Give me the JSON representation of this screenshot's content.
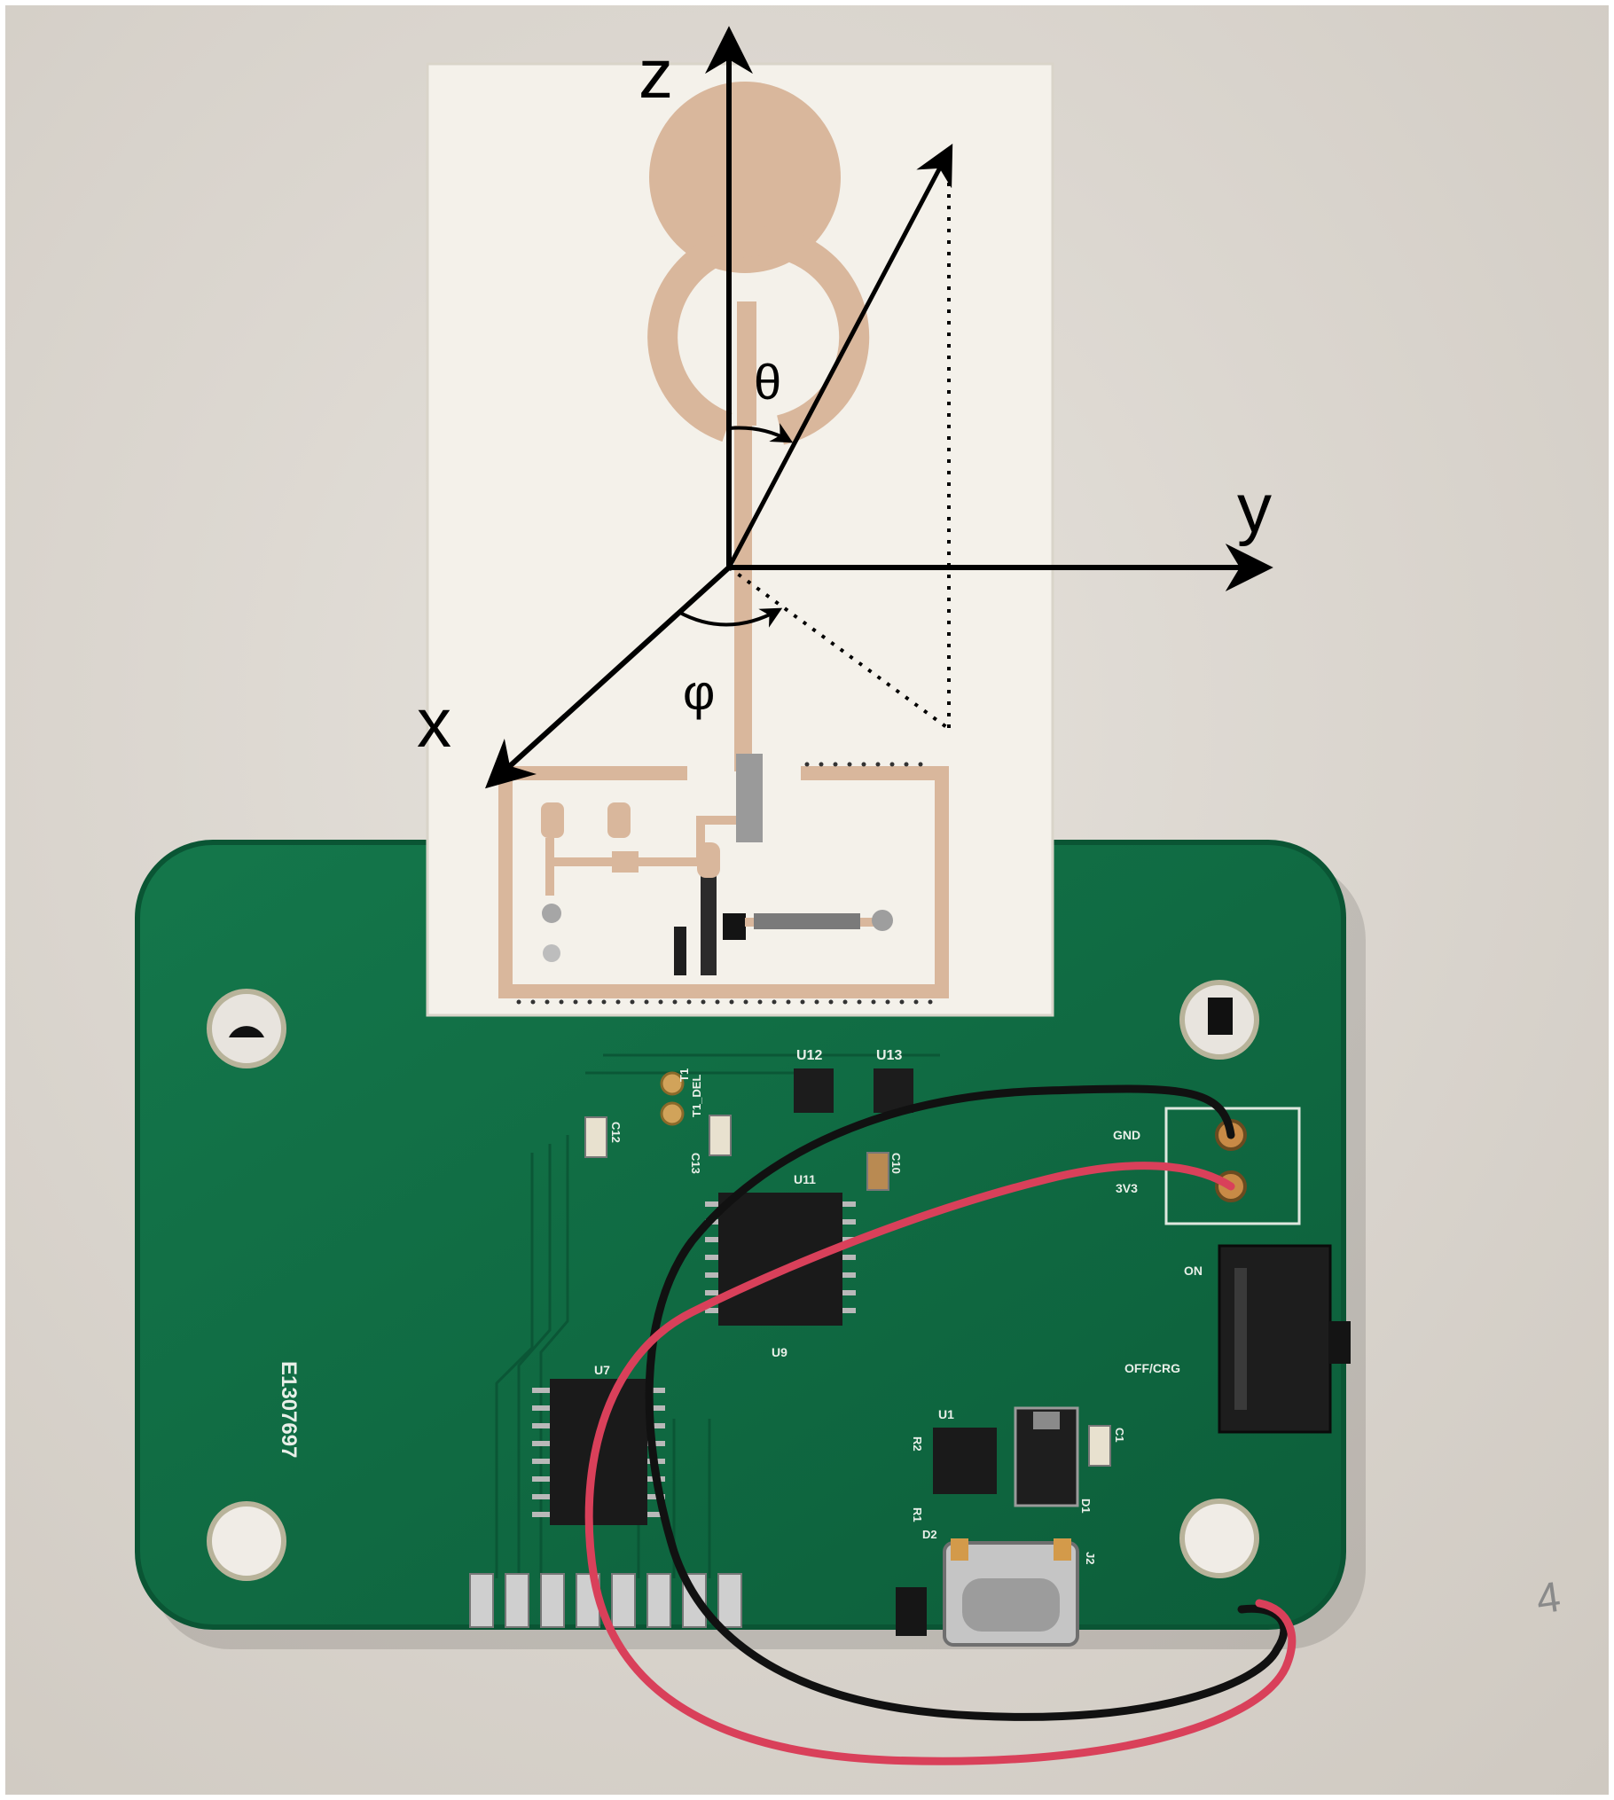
{
  "colors": {
    "background": "#dcd7d0",
    "pcb_green": "#0f6b43",
    "pcb_edge": "#0a5534",
    "antenna_substrate": "#f4f1ea",
    "copper": "#d9b79c",
    "arrow": "#000000",
    "wire_red": "#d9405a",
    "wire_black": "#111111",
    "silkscreen": "#e8efe8"
  },
  "axes": {
    "z_label": "z",
    "y_label": "y",
    "x_label": "x",
    "theta_label": "θ",
    "phi_label": "φ"
  },
  "silkscreen": {
    "u12": "U12",
    "u13": "U13",
    "t1": "T1",
    "t1_del": "T1_DEL",
    "gnd": "GND",
    "v3v3": "3V3",
    "on": "ON",
    "off_crg": "OFF/CRG",
    "c10": "C10",
    "c12": "C12",
    "c13": "C13",
    "u11": "U11",
    "u9": "U9",
    "u7": "U7",
    "u1": "U1",
    "c1": "C1",
    "r2": "R2",
    "r1": "R1",
    "d1": "D1",
    "d2": "D2",
    "j2": "J2",
    "board_id": "E1307697"
  },
  "pencil_mark": "4"
}
